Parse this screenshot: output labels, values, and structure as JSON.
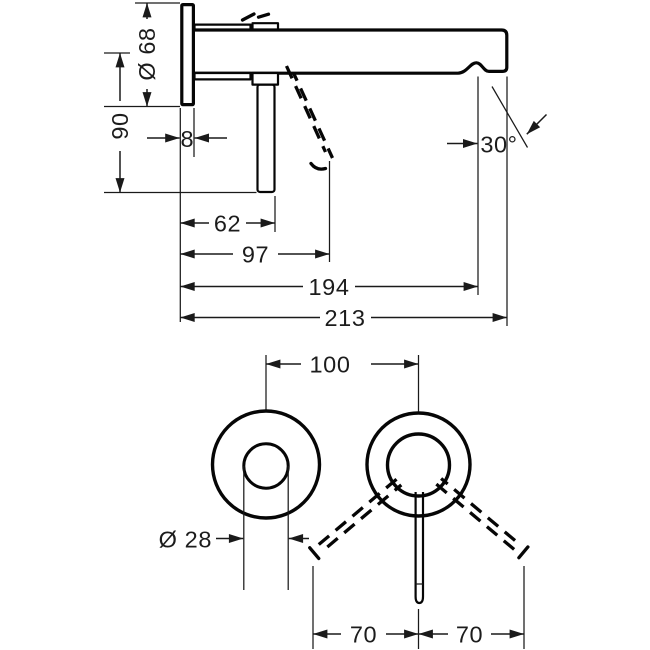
{
  "side_view": {
    "escutcheon_diameter": "Ø 68",
    "height_to_lever_tip": "90",
    "escutcheon_depth": "8",
    "wall_to_lever": "62",
    "wall_to_lever_open": "97",
    "wall_to_aerator": "194",
    "spout_reach": "213",
    "spray_angle": "30°"
  },
  "front_view": {
    "spout_to_handle_distance": "100",
    "spout_diameter": "Ø 28",
    "handle_swing_left": "70",
    "handle_swing_right": "70"
  }
}
